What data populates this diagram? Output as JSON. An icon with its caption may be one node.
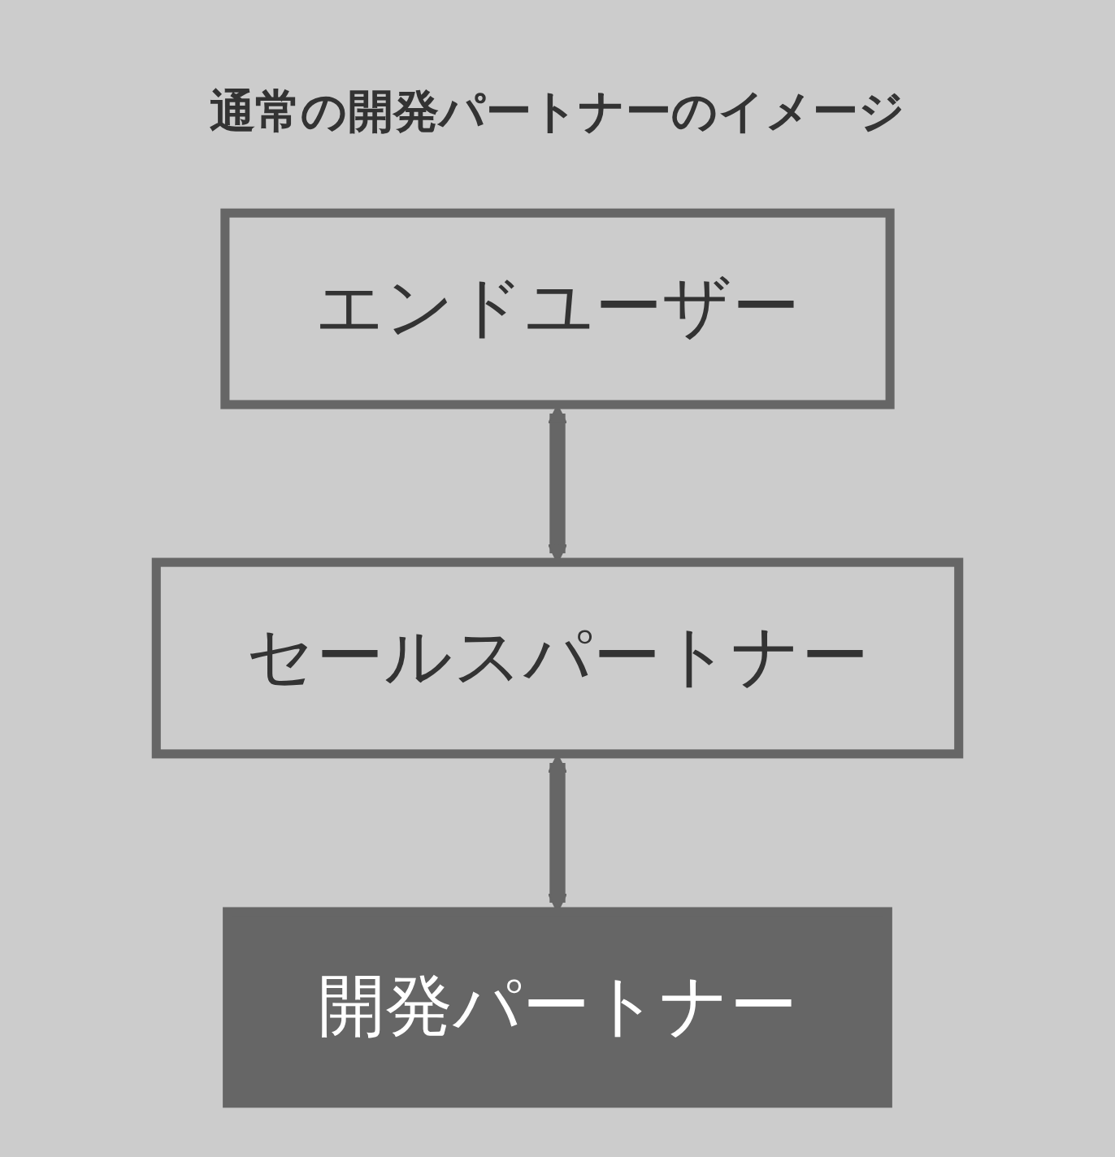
{
  "diagram": {
    "title": "通常の開発パートナーのイメージ",
    "nodes": [
      {
        "text": [
          "エンドユーザー"
        ]
      },
      {
        "text": [
          "セールスパートナー"
        ]
      },
      {
        "text": [
          "開発パートナー"
        ]
      }
    ],
    "edges": [
      {
        "from": 0,
        "to": 1,
        "arrow": "both"
      },
      {
        "from": 1,
        "to": 2,
        "arrow": "both"
      }
    ]
  }
}
